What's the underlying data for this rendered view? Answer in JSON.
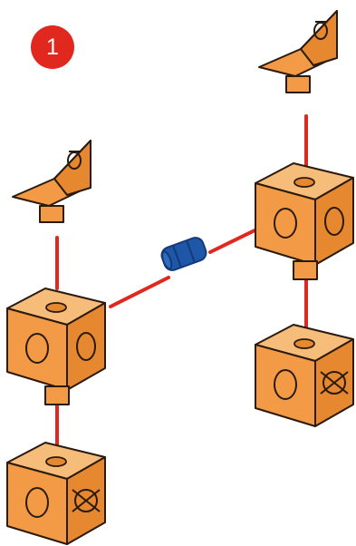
{
  "step": {
    "number": "1",
    "color": "#e0281f"
  },
  "colors": {
    "block_top": "#f6bc7a",
    "block_left": "#f29a45",
    "block_right": "#e5882f",
    "outline": "#2b1a0e",
    "connector_line": "#e0281f",
    "rod": "#1f57a8",
    "rod_dark": "#123a77"
  },
  "parts": {
    "left_assembly": [
      "slope-piece",
      "cube-with-holes",
      "cube-with-socket"
    ],
    "right_assembly": [
      "slope-piece",
      "cube-with-holes",
      "cube-with-socket"
    ],
    "center": [
      "axle-connector"
    ]
  }
}
